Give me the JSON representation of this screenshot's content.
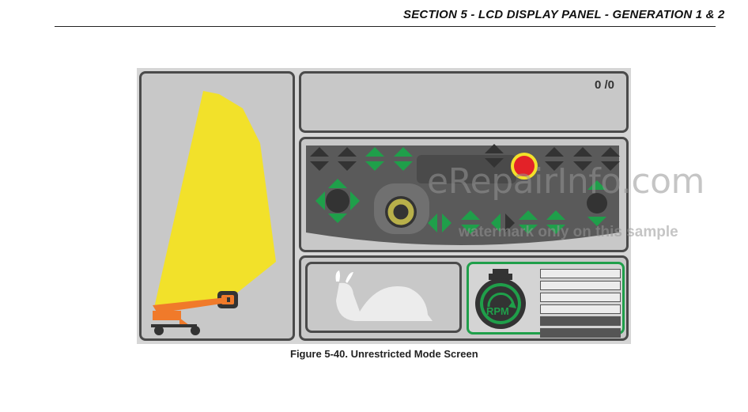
{
  "header": {
    "section_title": "SECTION 5 - LCD DISPLAY PANEL - GENERATION 1 & 2"
  },
  "display": {
    "counter": "0 /0",
    "rpm_label": "RPM",
    "colors": {
      "envelope": "#f2e12a",
      "active": "#1f9f4a",
      "stop": "#e32228",
      "machine": "#f07a2a",
      "panel": "#c8c8c8"
    }
  },
  "figure": {
    "caption": "Figure 5-40. Unrestricted Mode Screen"
  },
  "watermark": {
    "line1": "eRepairInfo.com",
    "line2": "watermark only on this sample"
  }
}
